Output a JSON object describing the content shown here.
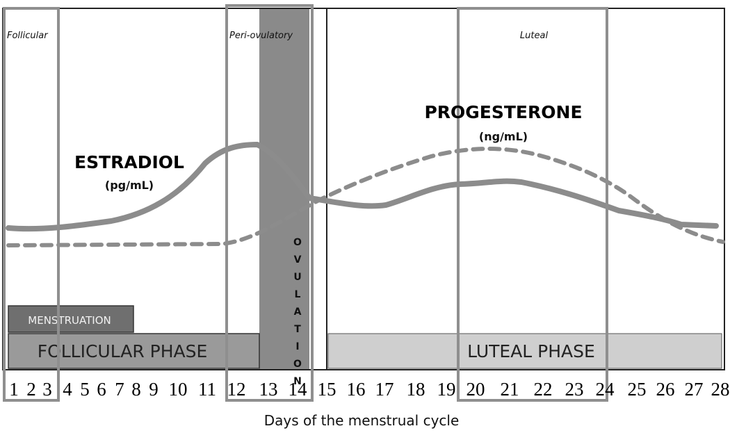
{
  "regions": {
    "follicular": "Follicular",
    "peri_ovulatory": "Peri-ovulatory",
    "luteal": "Luteal"
  },
  "hormones": {
    "estradiol": {
      "name": "ESTRADIOL",
      "unit": "(pg/mL)"
    },
    "progesterone": {
      "name": "PROGESTERONE",
      "unit": "(ng/mL)"
    }
  },
  "bars": {
    "menstruation": "MENSTRUATION",
    "follicular_phase": "FOLLICULAR PHASE",
    "luteal_phase": "LUTEAL PHASE",
    "ovulation": "OVULATION"
  },
  "days": [
    "1",
    "2",
    "3",
    "4",
    "5",
    "6",
    "7",
    "8",
    "9",
    "10",
    "11",
    "12",
    "13",
    "14",
    "15",
    "16",
    "17",
    "18",
    "19",
    "20",
    "21",
    "22",
    "23",
    "24",
    "25",
    "26",
    "27",
    "28"
  ],
  "xlabel": "Days of the menstrual cycle",
  "colors": {
    "curve": "#8c8c8c",
    "ovulation_band": "#8a8a8a",
    "follicular_bar": "#9a9a9a",
    "luteal_bar": "#cfcfcf",
    "menstruation_bar": "#6f6f6f",
    "highlight_box": "#8f8f8f"
  }
}
